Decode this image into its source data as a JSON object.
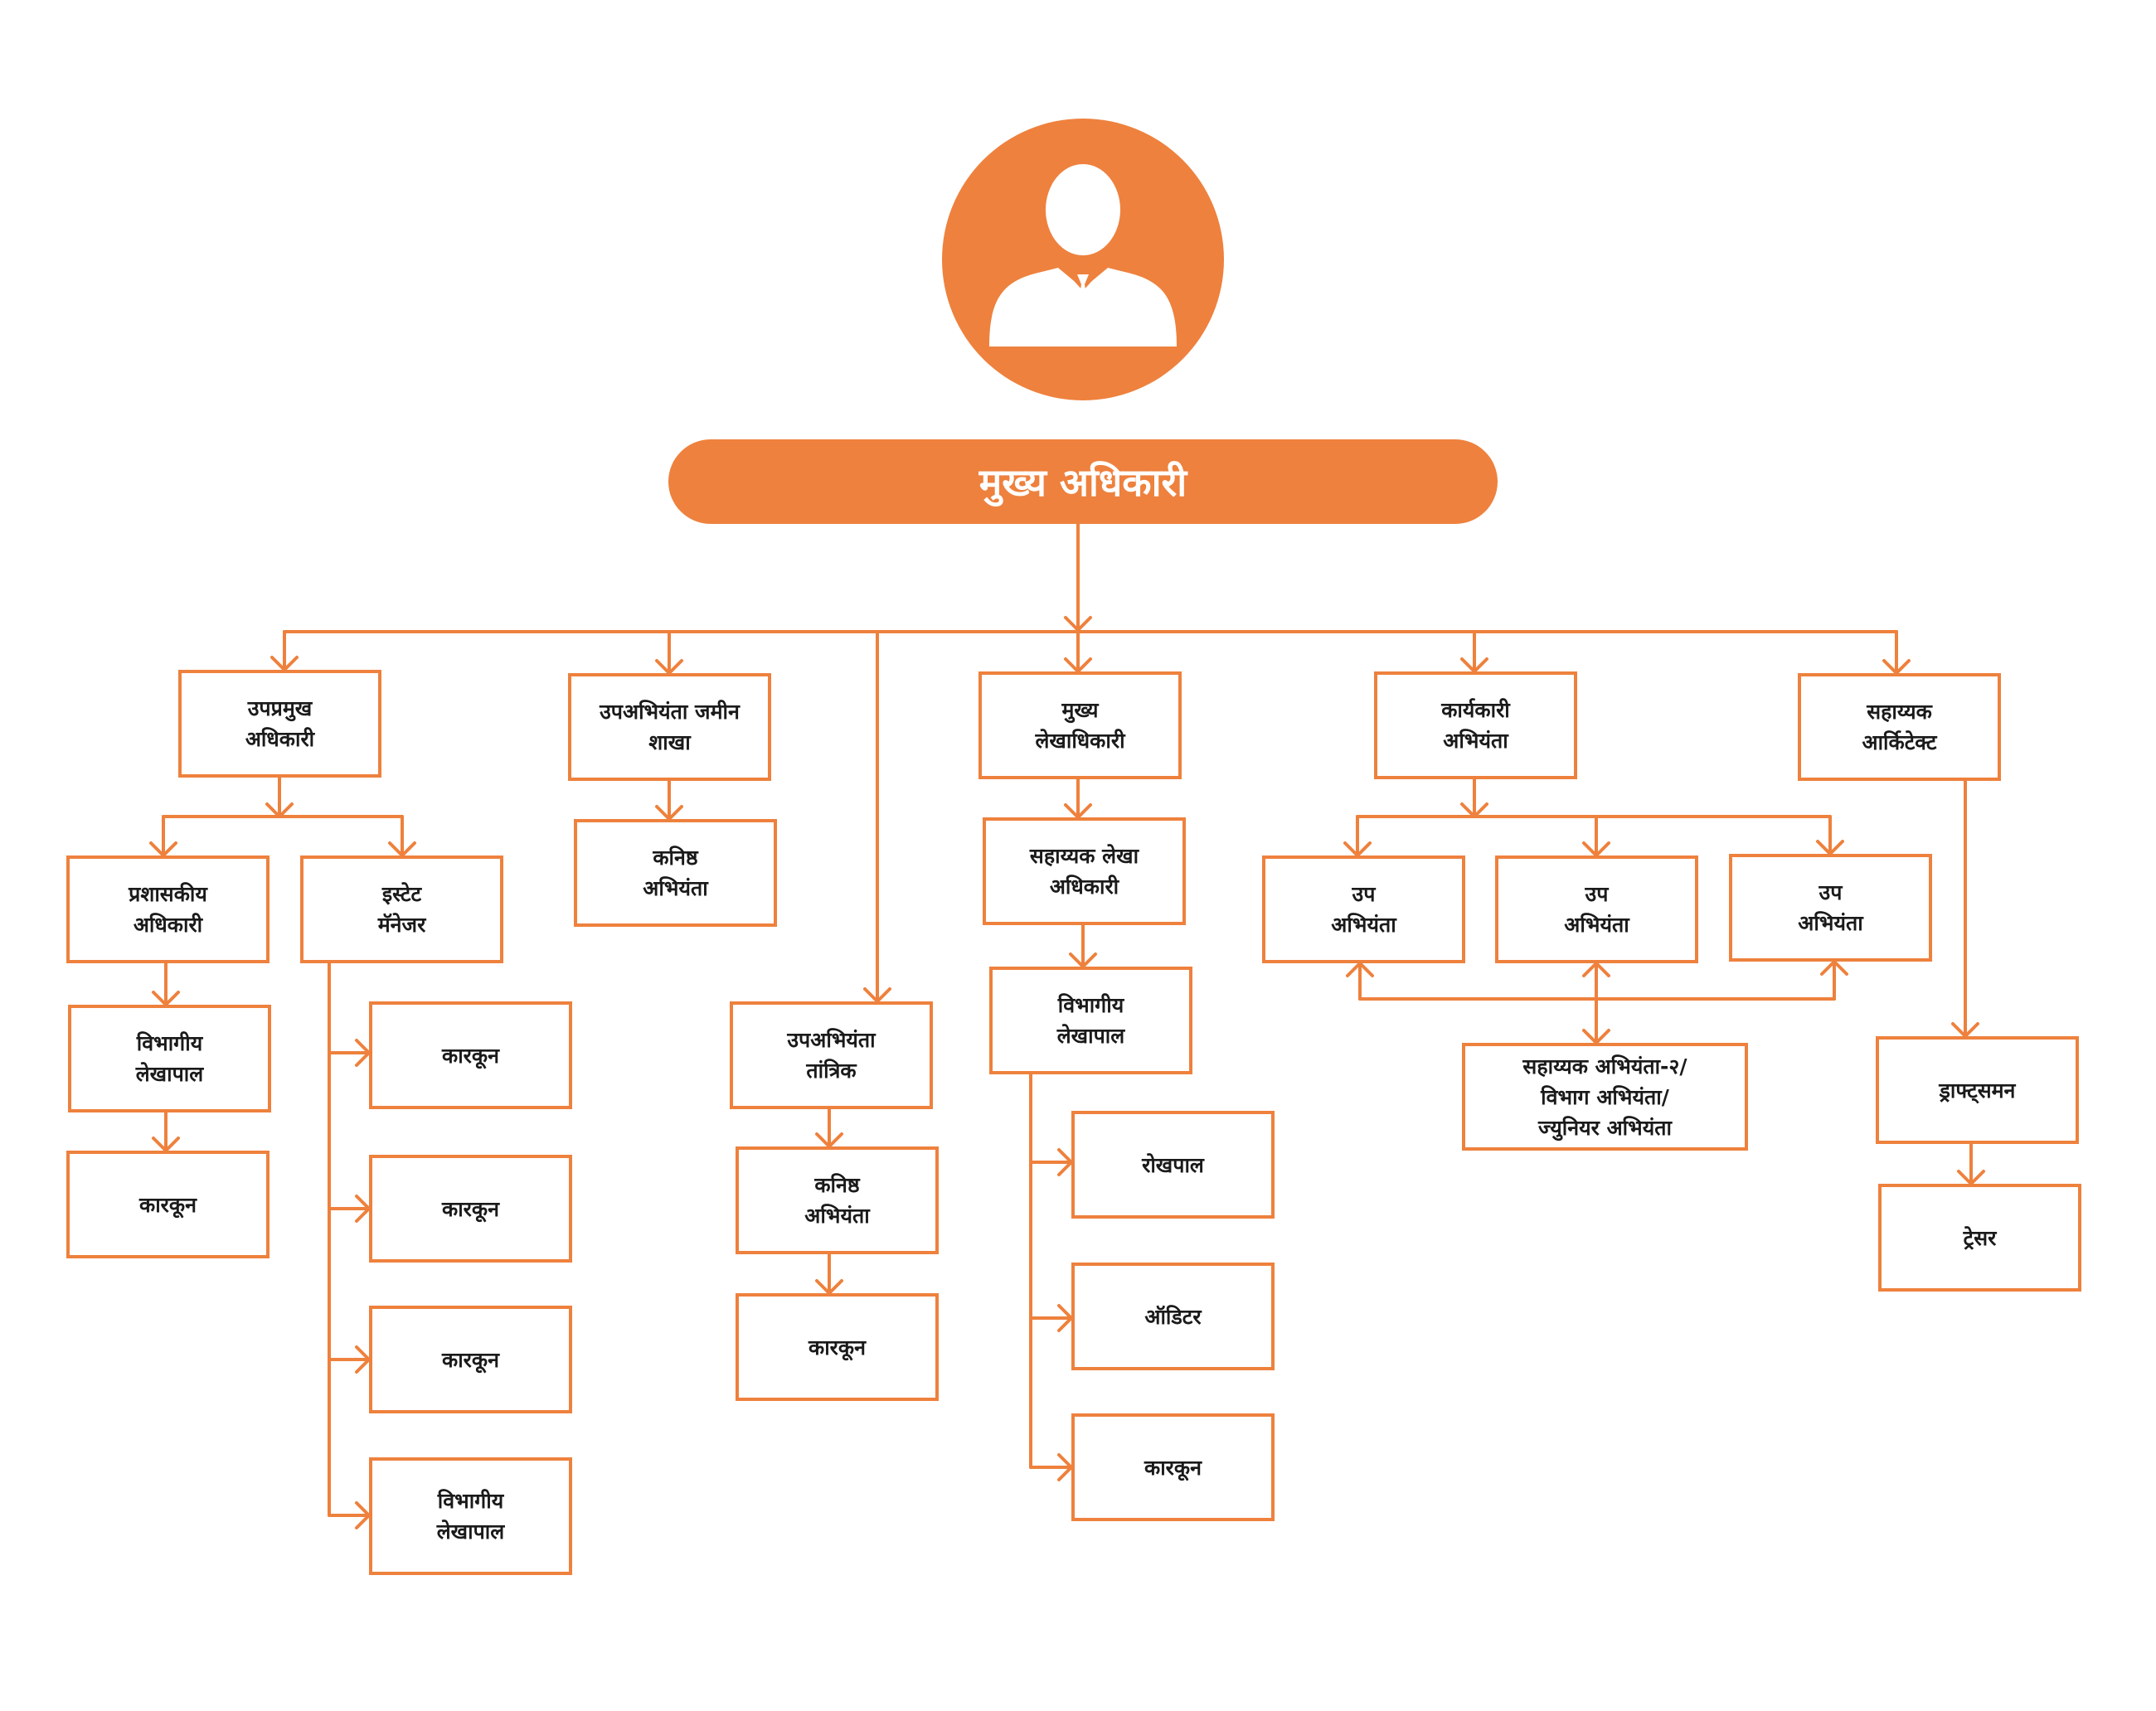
{
  "colors": {
    "accent": "#EE813D",
    "text": "#1a1a1a",
    "background": "#ffffff"
  },
  "top": {
    "icon": "person-avatar-icon",
    "title": "मुख्य अधिकारी"
  },
  "nodes": {
    "deputy_chief": "उपप्रमुख\nअधिकारी",
    "admin_officer": "प्रशासकीय\nअधिकारी",
    "estate_manager": "इस्टेट\nमॅनेजर",
    "div_accountant_a": "विभागीय\nलेखापाल",
    "clerk_a": "कारकून",
    "estate_clerk_1": "कारकून",
    "estate_clerk_2": "कारकून",
    "estate_clerk_3": "कारकून",
    "estate_div_accountant": "विभागीय\nलेखापाल",
    "dy_eng_land": "उपअभियंता जमीन\nशाखा",
    "jr_eng_land": "कनिष्ठ\nअभियंता",
    "dy_eng_tech": "उपअभियंता\nतांत्रिक",
    "jr_eng_tech": "कनिष्ठ\nअभियंता",
    "clerk_tech": "कारकून",
    "chief_accounts": "मुख्य\nलेखाधिकारी",
    "asst_accounts": "सहाय्यक लेखा\nअधिकारी",
    "div_accountant_b": "विभागीय\nलेखापाल",
    "cashier": "रोखपाल",
    "auditor": "ऑडिटर",
    "clerk_b": "कारकून",
    "exec_eng": "कार्यकारी\nअभियंता",
    "dy_eng_1": "उप\nअभियंता",
    "dy_eng_2": "उप\nअभियंता",
    "dy_eng_3": "उप\nअभियंता",
    "asst_eng": "सहाय्यक अभियंता-२/\nविभाग अभियंता/\nज्युनियर अभियंता",
    "asst_architect": "सहाय्यक\nआर्किटेक्ट",
    "draftsman": "ड्राफ्ट्समन",
    "tracer": "ट्रेसर"
  }
}
